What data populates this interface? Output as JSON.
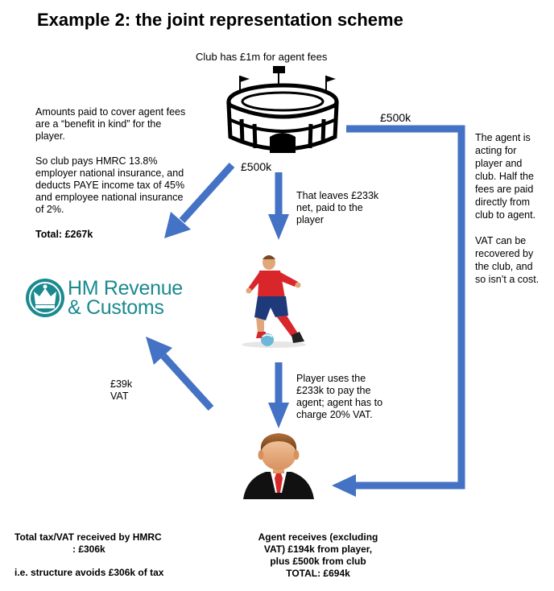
{
  "title": "Example 2: the joint representation scheme",
  "club_label": "Club has £1m for agent fees",
  "left_note": {
    "line1": "Amounts paid to cover agent fees",
    "line2": "are a “benefit in kind” for the",
    "line3": "player.",
    "line4": "So club pays HMRC 13.8%",
    "line5": "employer national insurance, and",
    "line6": "deducts PAYE income tax of 45%",
    "line7": "and employee national insurance",
    "line8": "of 2%.",
    "total": "Total: £267k"
  },
  "arrow_labels": {
    "to_hmrc": "£500k",
    "to_agent_direct": "£500k",
    "net": {
      "line1": "That leaves £233k",
      "line2": "net, paid to the",
      "line3": "player"
    },
    "vat": {
      "line1": "£39k",
      "line2": "VAT"
    },
    "player_pays": {
      "line1": "Player uses the",
      "line2": "£233k to pay the",
      "line3": "agent; agent has to",
      "line4": "charge 20% VAT."
    }
  },
  "right_note": {
    "line1": "The agent is",
    "line2": "acting for",
    "line3": "player and",
    "line4": "club. Half the",
    "line5": "fees are paid",
    "line6": "directly from",
    "line7": "club to agent.",
    "line8": "VAT can be",
    "line9": "recovered by",
    "line10": "the club, and",
    "line11": "so isn’t a cost."
  },
  "hmrc_logo": {
    "line1": "HM Revenue",
    "line2": "& Customs",
    "color": "#1a8a8f"
  },
  "bottom_left": {
    "line1": "Total tax/VAT received by HMRC",
    "line2": ": £306k",
    "line3": "i.e. structure avoids £306k of tax"
  },
  "bottom_right": {
    "line1": "Agent receives (excluding",
    "line2": "VAT) £194k from player,",
    "line3": "plus £500k from club",
    "line4": "TOTAL: £694k"
  },
  "colors": {
    "arrow": "#4472c4"
  },
  "icons": [
    "stadium-icon",
    "crown-icon",
    "footballer-icon",
    "agent-icon"
  ]
}
